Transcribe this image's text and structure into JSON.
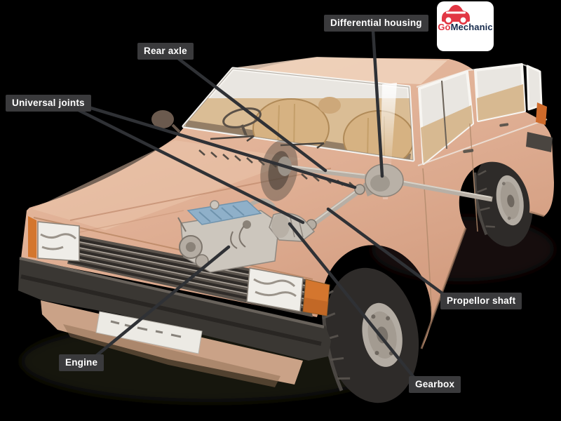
{
  "diagram": {
    "subject": "Cutaway illustration of a rear-wheel-drive car showing drivetrain components",
    "labels": [
      {
        "id": "differential-housing",
        "text": "Differential housing"
      },
      {
        "id": "rear-axle",
        "text": "Rear axle"
      },
      {
        "id": "universal-joints",
        "text": "Universal joints"
      },
      {
        "id": "propellor-shaft",
        "text": "Propellor shaft"
      },
      {
        "id": "engine",
        "text": "Engine"
      },
      {
        "id": "gearbox",
        "text": "Gearbox"
      }
    ],
    "label_style": {
      "bg": "#3a3a3c",
      "text_color": "#ffffff"
    },
    "connector_color": "#2f3135",
    "background_color": "#000000"
  },
  "logo": {
    "go": "Go",
    "mechanic": "Mechanic",
    "go_color": "#e23744",
    "mechanic_color": "#172b4d",
    "card_bg": "#ffffff"
  }
}
